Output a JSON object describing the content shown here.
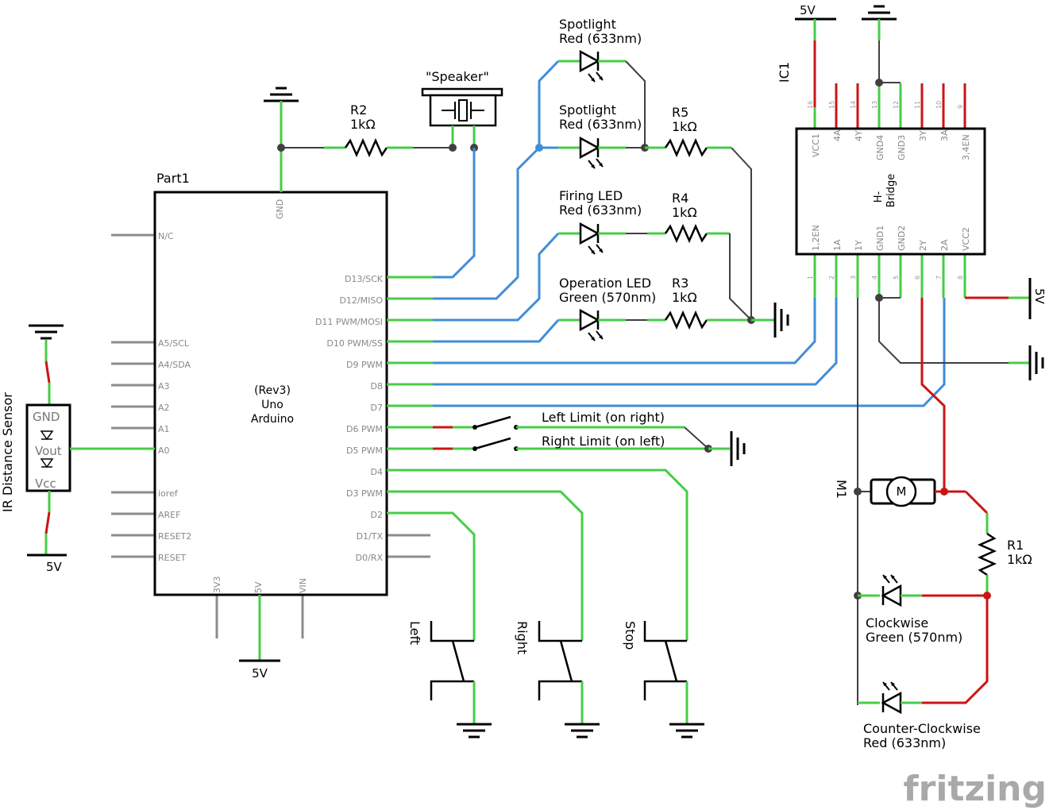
{
  "watermark": "fritzing",
  "arduino": {
    "ref": "Part1",
    "model_line1": "(Rev3)",
    "model_line2": "Uno",
    "model_line3": "Arduino",
    "left_pins": [
      "N/C",
      "A5/SCL",
      "A4/SDA",
      "A3",
      "A2",
      "A1",
      "A0",
      "ioref",
      "AREF",
      "RESET2",
      "RESET"
    ],
    "right_pins": [
      "D13/SCK",
      "D12/MISO",
      "D11 PWM/MOSI",
      "D10 PWM/SS",
      "D9 PWM",
      "D8",
      "D7",
      "D6 PWM",
      "D5 PWM",
      "D4",
      "D3 PWM",
      "D2",
      "D1/TX",
      "D0/RX"
    ],
    "top_pin": "GND",
    "bottom_pins": [
      "3V3",
      "5V",
      "VIN"
    ],
    "supply_label": "5V"
  },
  "ir_sensor": {
    "title": "IR Distance Sensor",
    "pins": [
      "GND",
      "Vout",
      "Vcc"
    ],
    "supply_label": "5V"
  },
  "speaker": {
    "label": "\"Speaker\""
  },
  "resistors": [
    {
      "ref": "R2",
      "value": "1kΩ"
    },
    {
      "ref": "R5",
      "value": "1kΩ"
    },
    {
      "ref": "R4",
      "value": "1kΩ"
    },
    {
      "ref": "R3",
      "value": "1kΩ"
    },
    {
      "ref": "R1",
      "value": "1kΩ"
    }
  ],
  "leds": [
    {
      "name": "Spotlight",
      "spec": "Red (633nm)"
    },
    {
      "name": "Spotlight",
      "spec": "Red (633nm)"
    },
    {
      "name": "Firing LED",
      "spec": "Red (633nm)"
    },
    {
      "name": "Operation LED",
      "spec": "Green (570nm)"
    },
    {
      "name": "Clockwise",
      "spec": "Green (570nm)"
    },
    {
      "name": "Counter-Clockwise",
      "spec": "Red (633nm)"
    }
  ],
  "limit_switches": [
    "Left Limit (on right)",
    "Right Limit (on left)"
  ],
  "buttons": [
    "Left",
    "Right",
    "Stop"
  ],
  "hbridge": {
    "ref": "IC1",
    "name_line1": "H-",
    "name_line2": "Bridge",
    "top_pins": [
      "VCC1",
      "4A",
      "4Y",
      "GND4",
      "GND3",
      "3Y",
      "3A",
      "3,4EN"
    ],
    "top_nums": [
      "16",
      "15",
      "14",
      "13",
      "12",
      "11",
      "10",
      "9"
    ],
    "bottom_pins": [
      "1,2EN",
      "1A",
      "1Y",
      "GND1",
      "GND2",
      "2Y",
      "2A",
      "VCC2"
    ],
    "bottom_nums": [
      "1",
      "2",
      "3",
      "4",
      "5",
      "6",
      "7",
      "8"
    ],
    "vcc_label": "5V",
    "vcc2_label": "5V"
  },
  "motor": {
    "ref": "M1",
    "symbol": "M"
  }
}
